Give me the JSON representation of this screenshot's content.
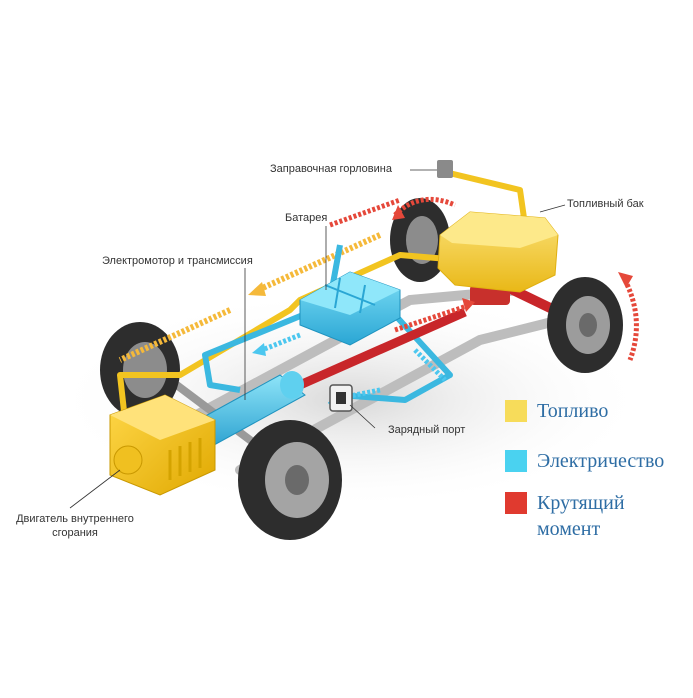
{
  "labels": {
    "filler_neck": "Заправочная горловина",
    "fuel_tank": "Топливный бак",
    "battery": "Батарея",
    "motor_transmission": "Электромотор и трансмиссия",
    "charging_port": "Зарядный порт",
    "ice": "Двигатель внутреннего сгорания"
  },
  "legend": [
    {
      "label": "Топливо",
      "color": "#f7dc5a"
    },
    {
      "label": "Электричество",
      "color": "#4ad2f0"
    },
    {
      "label": "Крутящий момент",
      "color": "#e03a2f"
    }
  ],
  "colors": {
    "fuel": "#f2c420",
    "electric": "#3bb8e0",
    "torque": "#d9302a",
    "tire": "#2e2e2e",
    "frame": "#c8c8c8"
  }
}
